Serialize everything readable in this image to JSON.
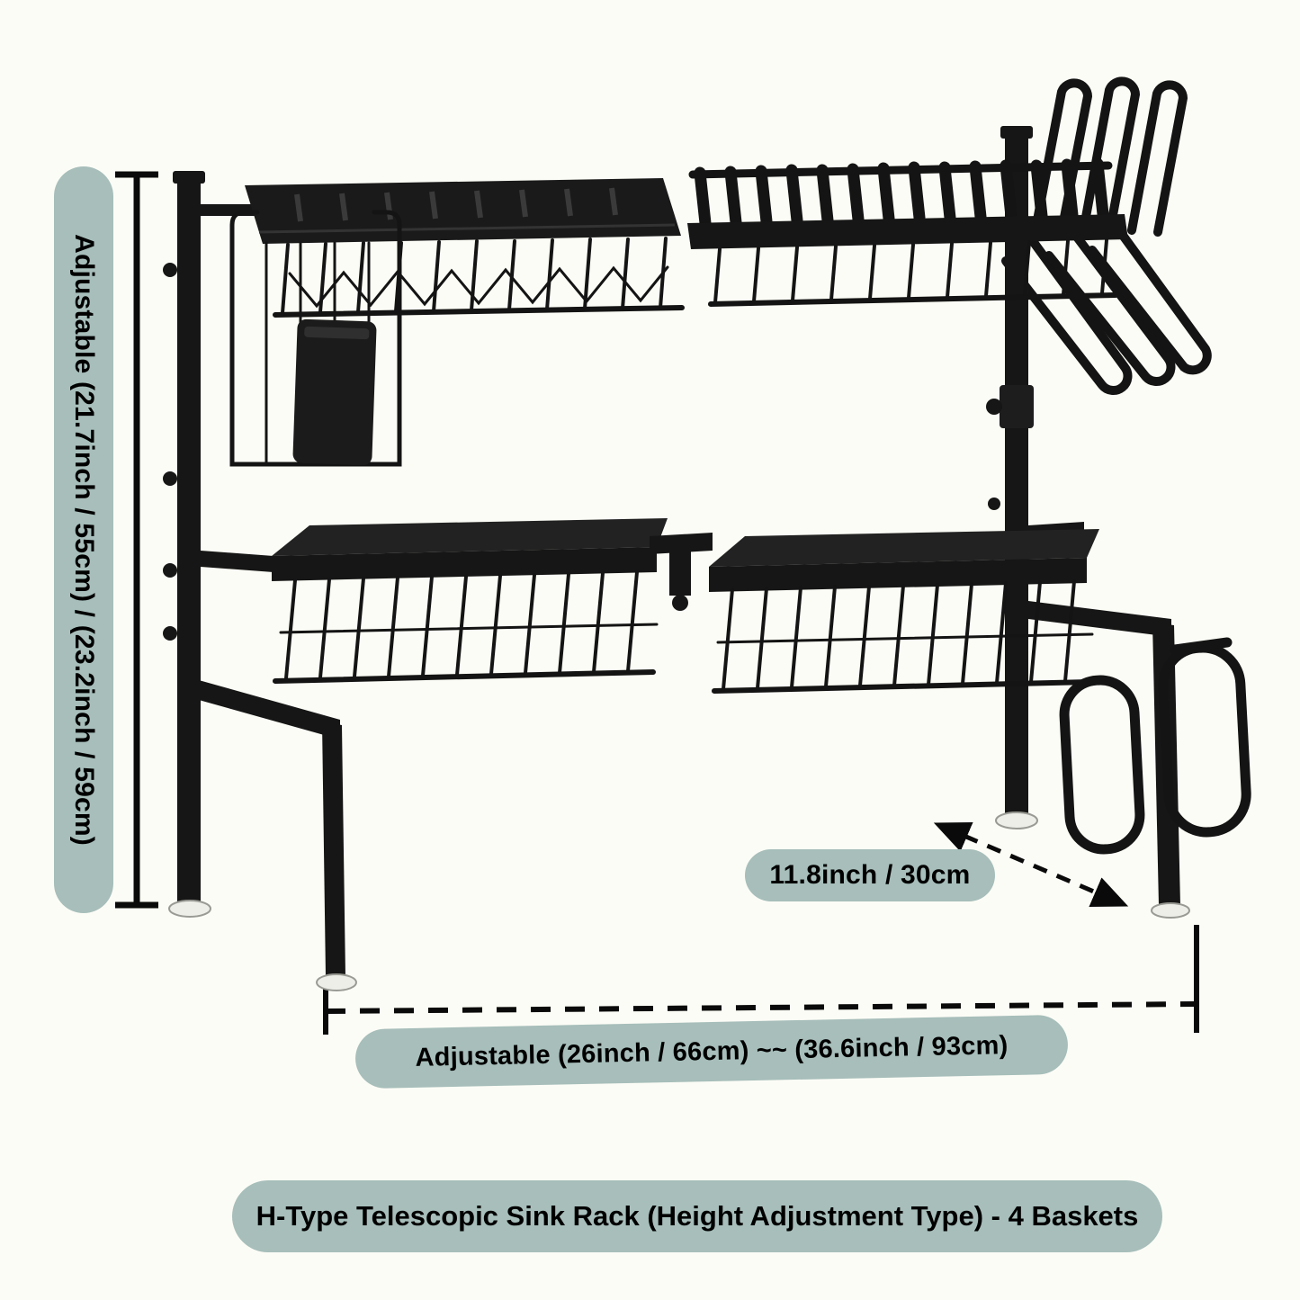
{
  "colors": {
    "background": "#fcfcf6",
    "pill_background": "#a7beba",
    "rack_black": "#141414",
    "label_text": "#000000"
  },
  "labels": {
    "height": "Adjustable (21.7inch / 55cm) / (23.2inch / 59cm)",
    "depth": "11.8inch / 30cm",
    "width": "Adjustable (26inch / 66cm) ~~ (36.6inch / 93cm)"
  },
  "banner": {
    "title": "H-Type Telescopic Sink Rack (Height Adjustment Type) - 4 Baskets"
  }
}
